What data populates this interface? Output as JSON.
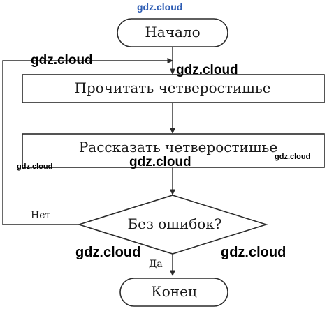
{
  "flowchart": {
    "start": "Начало",
    "step1": "Прочитать четверостишье",
    "step2": "Рассказать четверостишье",
    "decision": "Без ошибок?",
    "no_label": "Нет",
    "yes_label": "Да",
    "end": "Конец"
  },
  "watermarks": {
    "top": "gdz.cloud",
    "w1": "gdz.cloud",
    "w2": "gdz.cloud",
    "w3": "gdz.cloud",
    "w4": "gdz.cloud",
    "w5": "gdz.cloud",
    "w6": "gdz.cloud",
    "w7": "gdz.cloud"
  },
  "colors": {
    "stroke": "#2a2a2a",
    "watermark_top": "#2d5cb3"
  }
}
